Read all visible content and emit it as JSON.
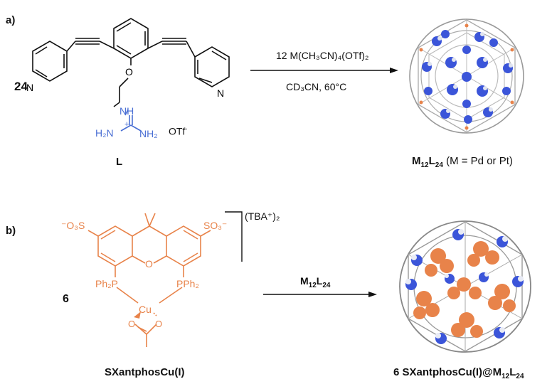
{
  "panel_a": {
    "label": "a)",
    "stoichiometry": "24",
    "ligand_label": "L",
    "counter_ion": "OTf",
    "counter_ion_charge": "-",
    "atoms": {
      "pyridine_left": "N",
      "pyridine_right": "N",
      "ether_o": "O",
      "nh": "NH",
      "h2n_left": "H₂N",
      "plus": "+",
      "nh2_right": "NH₂"
    },
    "conditions_top": "12 M(CH₃CN)₄(OTf)₂",
    "conditions_bottom": "CD₃CN, 60°C",
    "product_prefix": "M",
    "product_sub1": "12",
    "product_mid": "L",
    "product_sub2": "24",
    "product_suffix": " (M = Pd or Pt)"
  },
  "panel_b": {
    "label": "b)",
    "compound_number": "6",
    "reagent_name": "SXantphosCu(I)",
    "counter_ion": "(TBA⁺)₂",
    "atoms": {
      "so3_left": "⁻O₃S",
      "so3_right": "SO₃⁻",
      "bridge_o": "O",
      "ph2p_left": "Ph₂P",
      "pph2_right": "PPh₂",
      "cu": "Cu",
      "acetate_o1": "O",
      "acetate_o2": "O"
    },
    "arrow_reagent_prefix": "M",
    "arrow_reagent_sub1": "12",
    "arrow_reagent_mid": "L",
    "arrow_reagent_sub2": "24",
    "product_prefix": "6 SXantphosCu(I)@M",
    "product_sub1": "12",
    "product_mid": "L",
    "product_sub2": "24"
  },
  "colors": {
    "guanidinium_blue": "#4a6fd4",
    "cu_complex_orange": "#e8834a",
    "cage_gray": "#9a9a9a",
    "sphere_blue": "#3b55d9"
  }
}
